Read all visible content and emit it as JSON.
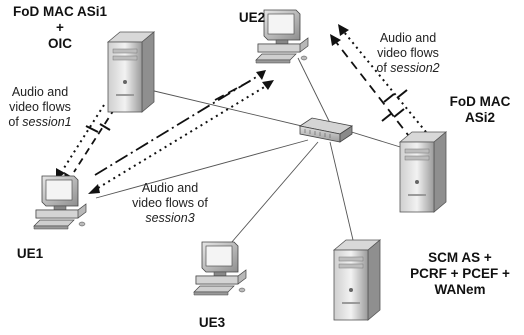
{
  "nodes": {
    "asi1": {
      "lines": [
        "FoD MAC ASi1",
        "+",
        "OIC"
      ]
    },
    "ue2": {
      "label": "UE2"
    },
    "asi2": {
      "lines": [
        "FoD MAC",
        "ASi2"
      ]
    },
    "ue1": {
      "label": "UE1"
    },
    "ue3": {
      "label": "UE3"
    },
    "scm": {
      "lines": [
        "SCM AS +",
        "PCRF + PCEF +",
        "WANem"
      ]
    }
  },
  "flows": {
    "session1": {
      "line1": "Audio and",
      "line2": "video flows",
      "line3_prefix": "of ",
      "session": "session1"
    },
    "session2": {
      "line1": "Audio and",
      "line2_prefix": "video flows",
      "line3_prefix": "of ",
      "session": "session2"
    },
    "session3": {
      "line1": "Audio and",
      "line2_prefix": "video flows of",
      "session": "session3"
    }
  },
  "icons": [
    "server-icon",
    "workstation-icon",
    "network-switch-icon"
  ]
}
